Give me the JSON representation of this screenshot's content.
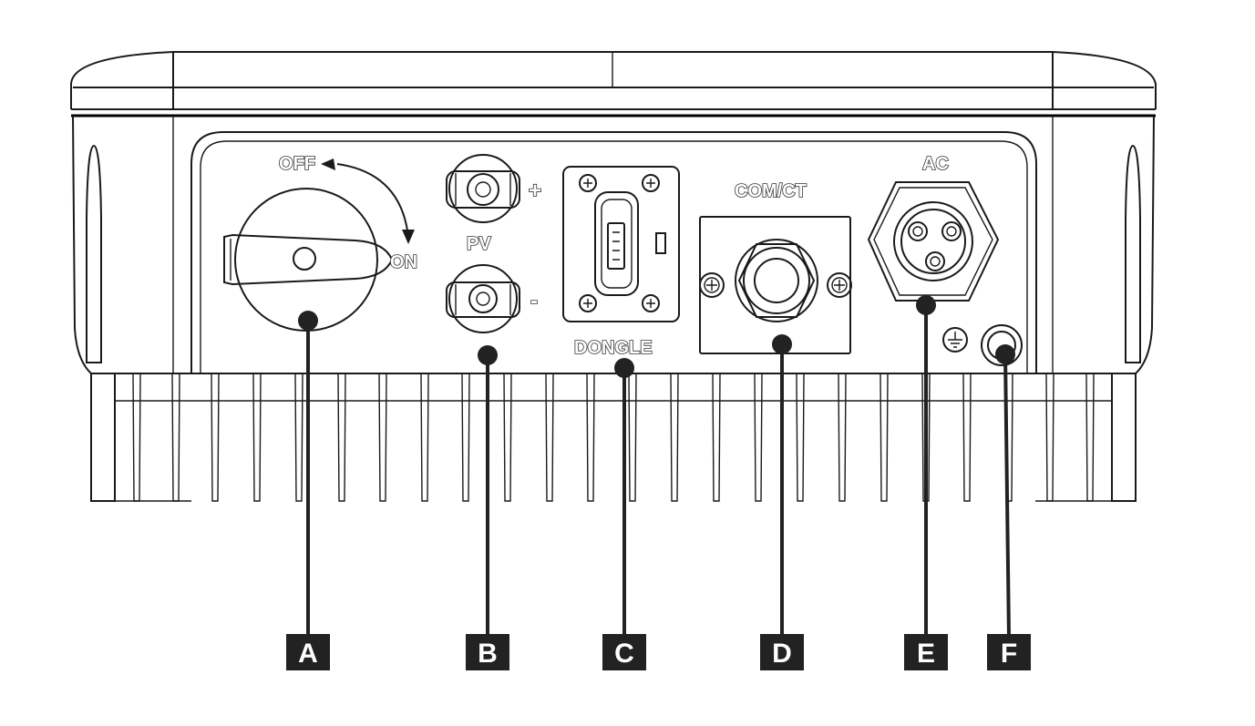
{
  "labels": {
    "off": "OFF",
    "on": "ON",
    "pv": "PV",
    "pv_plus": "+",
    "pv_minus": "-",
    "dongle": "DONGLE",
    "com_ct": "COM/CT",
    "ac": "AC"
  },
  "callouts": [
    "A",
    "B",
    "C",
    "D",
    "E",
    "F"
  ],
  "colors": {
    "line": "#1a1a1a",
    "callout_box": "#222222",
    "callout_text": "#ffffff",
    "background": "#ffffff"
  },
  "icons": [
    "ground-symbol-icon",
    "usb-port-icon",
    "rotation-arrow-icon"
  ]
}
